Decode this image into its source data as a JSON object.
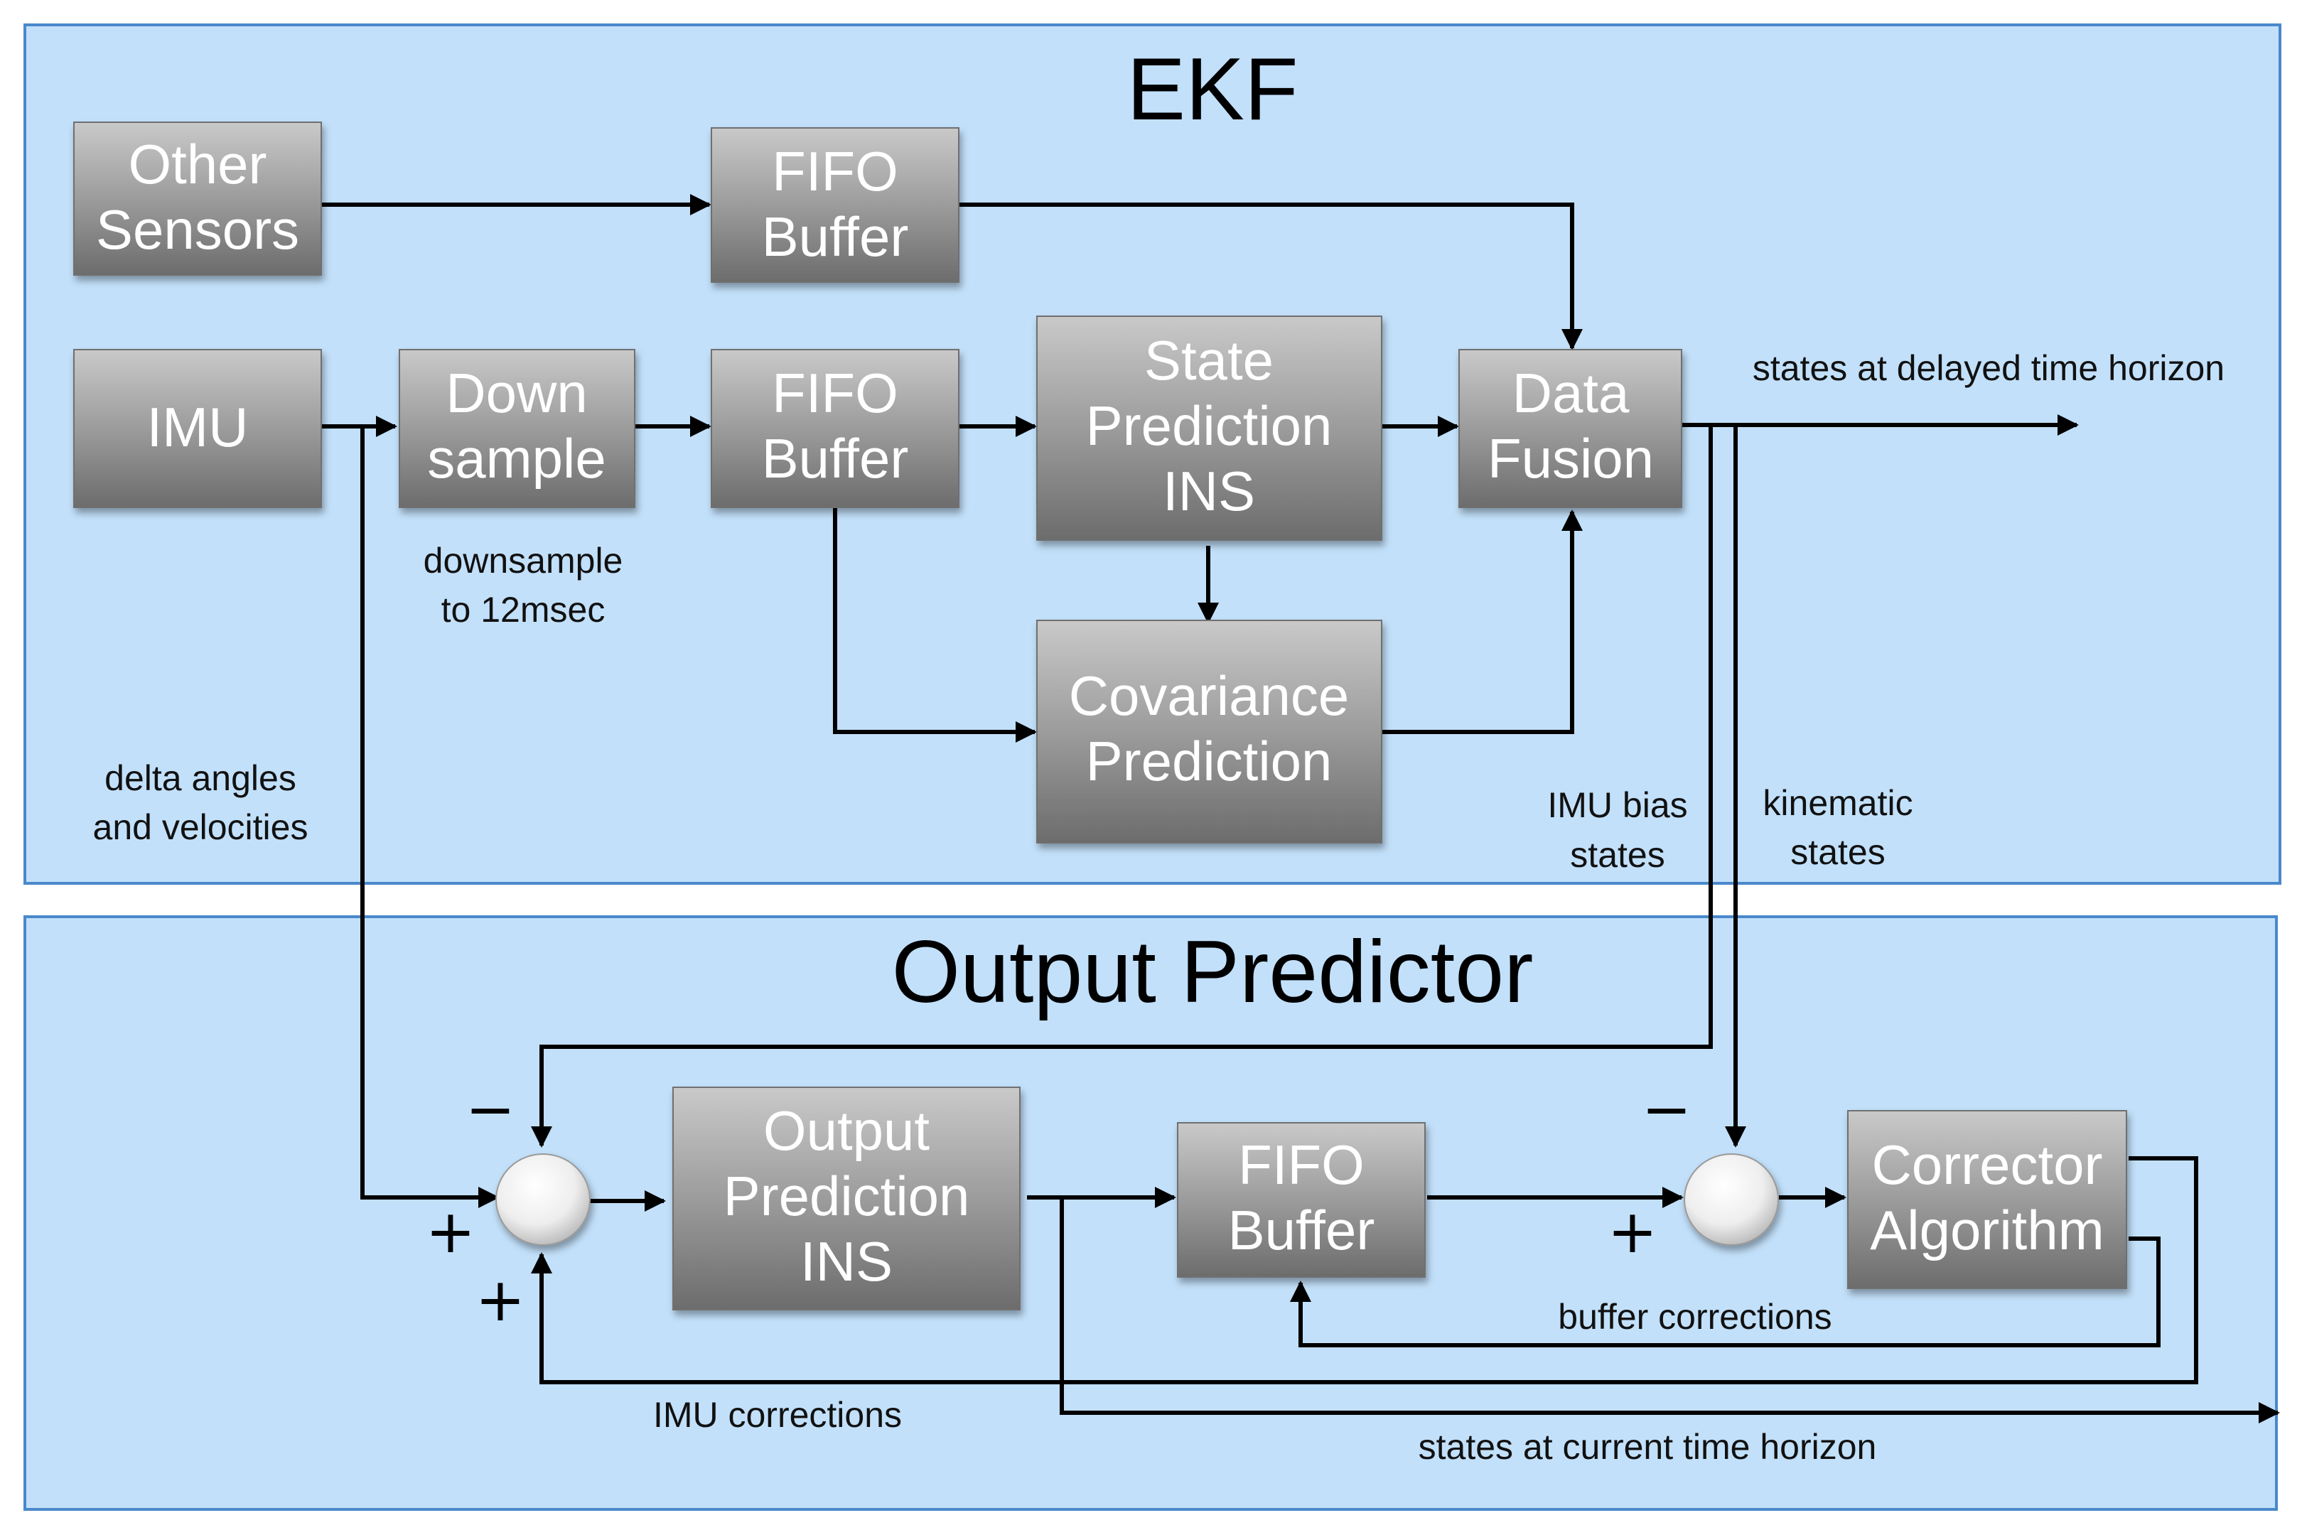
{
  "panels": {
    "ekf_title": "EKF",
    "output_title": "Output Predictor"
  },
  "blocks": {
    "other_sensors": [
      "Other",
      "Sensors"
    ],
    "fifo_top": [
      "FIFO",
      "Buffer"
    ],
    "imu": [
      "IMU"
    ],
    "downsample": [
      "Down",
      "sample"
    ],
    "fifo_mid": [
      "FIFO",
      "Buffer"
    ],
    "state_prediction": [
      "State",
      "Prediction",
      "INS"
    ],
    "data_fusion": [
      "Data",
      "Fusion"
    ],
    "covariance_prediction": [
      "Covariance",
      "Prediction"
    ],
    "output_prediction": [
      "Output",
      "Prediction",
      "INS"
    ],
    "fifo_bottom": [
      "FIFO",
      "Buffer"
    ],
    "corrector": [
      "Corrector",
      "Algorithm"
    ]
  },
  "labels": {
    "downsample_note": [
      "downsample",
      "to 12msec"
    ],
    "delta_angles": [
      "delta angles",
      "and velocities"
    ],
    "delayed_states": "states at delayed time horizon",
    "imu_bias": [
      "IMU bias",
      "states"
    ],
    "kinematic": [
      "kinematic",
      "states"
    ],
    "buffer_corrections": "buffer corrections",
    "imu_corrections": "IMU corrections",
    "current_states": "states at current time horizon"
  },
  "signs": {
    "minus": "−",
    "plus": "+"
  }
}
